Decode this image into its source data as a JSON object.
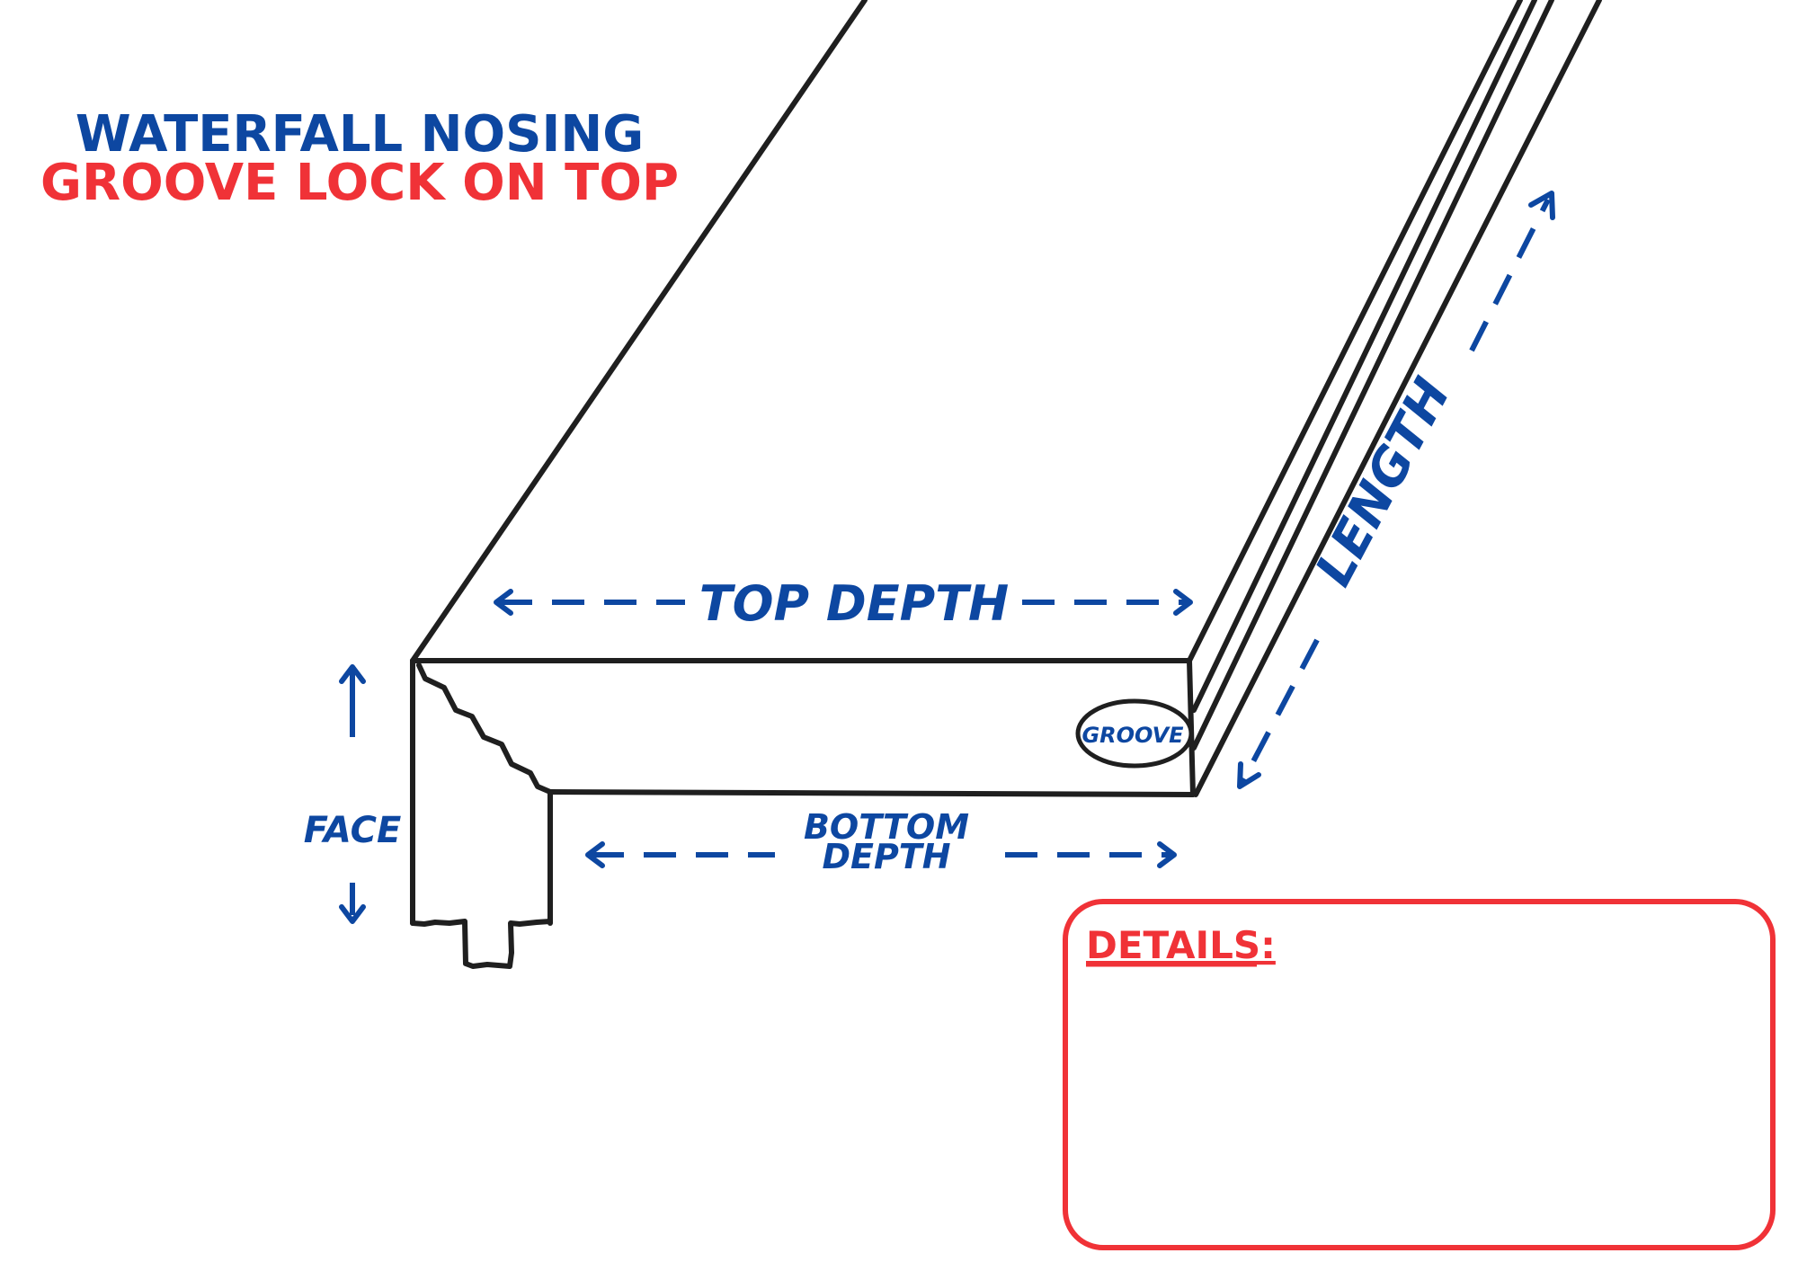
{
  "title": {
    "line1": "WATERFALL  NOSING",
    "line2": "GROOVE LOCK ON TOP"
  },
  "labels": {
    "top_depth": "TOP DEPTH",
    "bottom_depth_line1": "BOTTOM",
    "bottom_depth_line2": "DEPTH",
    "face": "FACE",
    "length": "LENGTH",
    "groove": "GROOVE"
  },
  "details": {
    "heading": "DETAILS:"
  },
  "colors": {
    "blue": "#0d47a1",
    "red": "#f03237",
    "outline": "#1f1f1f"
  }
}
